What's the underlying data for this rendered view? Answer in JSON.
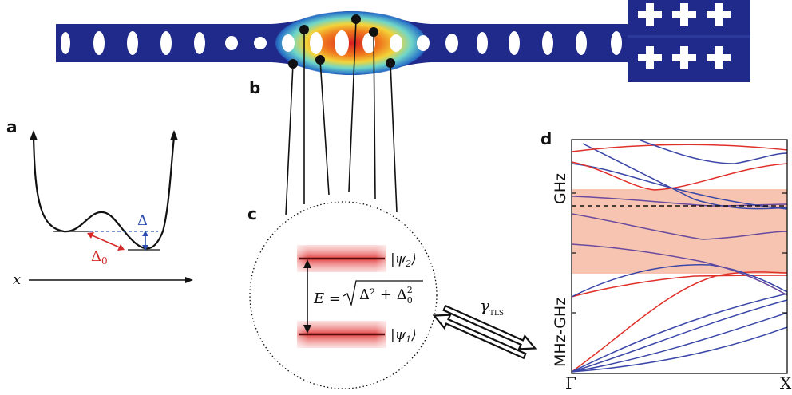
{
  "labels": {
    "panel_a": "a",
    "panel_b": "b",
    "panel_c": "c",
    "panel_d": "d",
    "x_axis": "x",
    "delta": "Δ",
    "delta0_main": "Δ",
    "delta0_sub": "0",
    "psi2_main": "|ψ",
    "psi2_sub": "2",
    "psi2_end": "⟩",
    "psi1_main": "|ψ",
    "psi1_sub": "1",
    "psi1_end": "⟩",
    "energy_lhs": "E =",
    "energy_rad": "Δ² + Δ",
    "energy_sub": "0",
    "energy_sup": "2",
    "gamma_main": "γ",
    "gamma_sub": "TLS",
    "ghz": "GHz",
    "mhz_ghz": "MHz-GHz",
    "gamma_point": "Γ",
    "x_point": "X"
  },
  "colors": {
    "beam": "#1f2a8a",
    "level_glow": "#e8383a",
    "band_red": "#e0302a",
    "band_blue": "#3b47a8",
    "band_purple": "#6a4a9e",
    "gap": "#f6c4b0",
    "delta_blue": "#2e4fb0",
    "delta_red": "#d42a2a"
  },
  "icons": [
    "cross-icon"
  ]
}
